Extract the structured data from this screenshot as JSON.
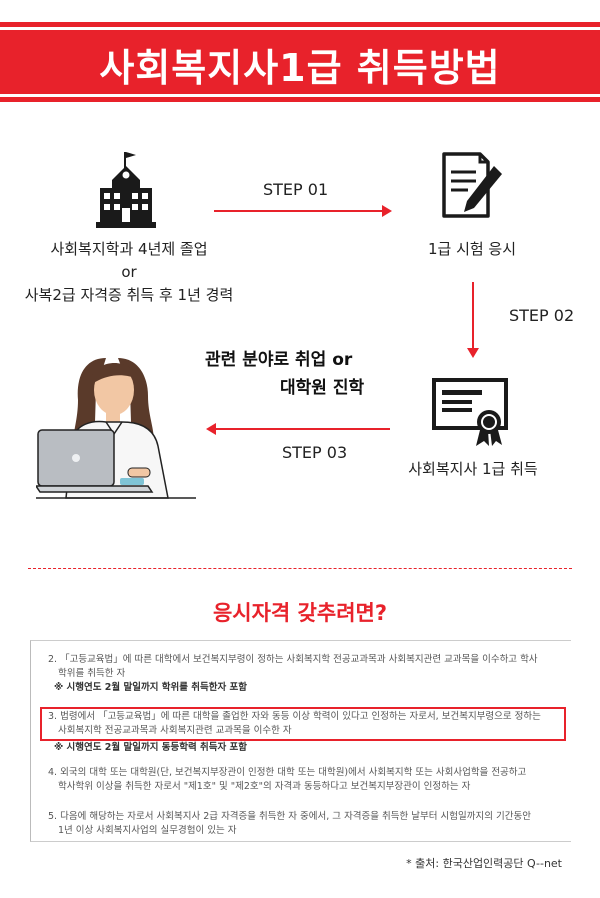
{
  "title": "사회복지사1급 취득방법",
  "steps": {
    "step1": "STEP 01",
    "step2": "STEP 02",
    "step3": "STEP 03"
  },
  "captions": {
    "school_line1": "사회복지학과 4년제 졸업",
    "school_or": "or",
    "school_line2": "사복2급 자격증 취득 후 1년 경력",
    "exam": "1급 시험 응시",
    "cert": "사회복지사 1급 취득",
    "career_line1": "관련 분야로 취업 or",
    "career_line2": "대학원 진학"
  },
  "qualification": {
    "title": "응시자격 갖추려면?",
    "items": [
      {
        "text1": "2. 「고등교육법」에 따른 대학에서 보건복지부령이 정하는 사회복지학 전공교과목과 사회복지관련 교과목을 이수하고 학사",
        "text2": "학위를 취득한 자",
        "note": "※ 시행연도 2월 말일까지 학위를 취득한자 포함"
      },
      {
        "text1": "3. 법령에서 「고등교육법」에 따른 대학을 졸업한 자와 동등 이상 학력이 있다고 인정하는 자로서, 보건복지부령으로 정하는",
        "text2": "사회복지학 전공교과목과 사회복지관련 교과목을 이수한 자",
        "note": "※ 시행연도 2월 말일까지 동등학력 취득자 포함"
      },
      {
        "text1": "4. 외국의 대학 또는 대학원(단, 보건복지부장관이 인정한 대학 또는 대학원)에서 사회복지학 또는 사회사업학을 전공하고",
        "text2": "학사학위 이상을 취득한 자로서 \"제1호\" 및 \"제2호\"의 자격과 동등하다고 보건복지부장관이 인정하는 자",
        "note": ""
      },
      {
        "text1": "5. 다음에 해당하는 자로서 사회복지사 2급 자격증을 취득한 자 중에서, 그 자격증을 취득한 날부터 시험일까지의 기간동안",
        "text2": "1년 이상 사회복지사업의 실무경험이 있는 자",
        "note": ""
      }
    ]
  },
  "source": "* 출처: 한국산업인력공단 Q--net",
  "colors": {
    "accent": "#e8222b",
    "icon": "#1a1a1a"
  }
}
